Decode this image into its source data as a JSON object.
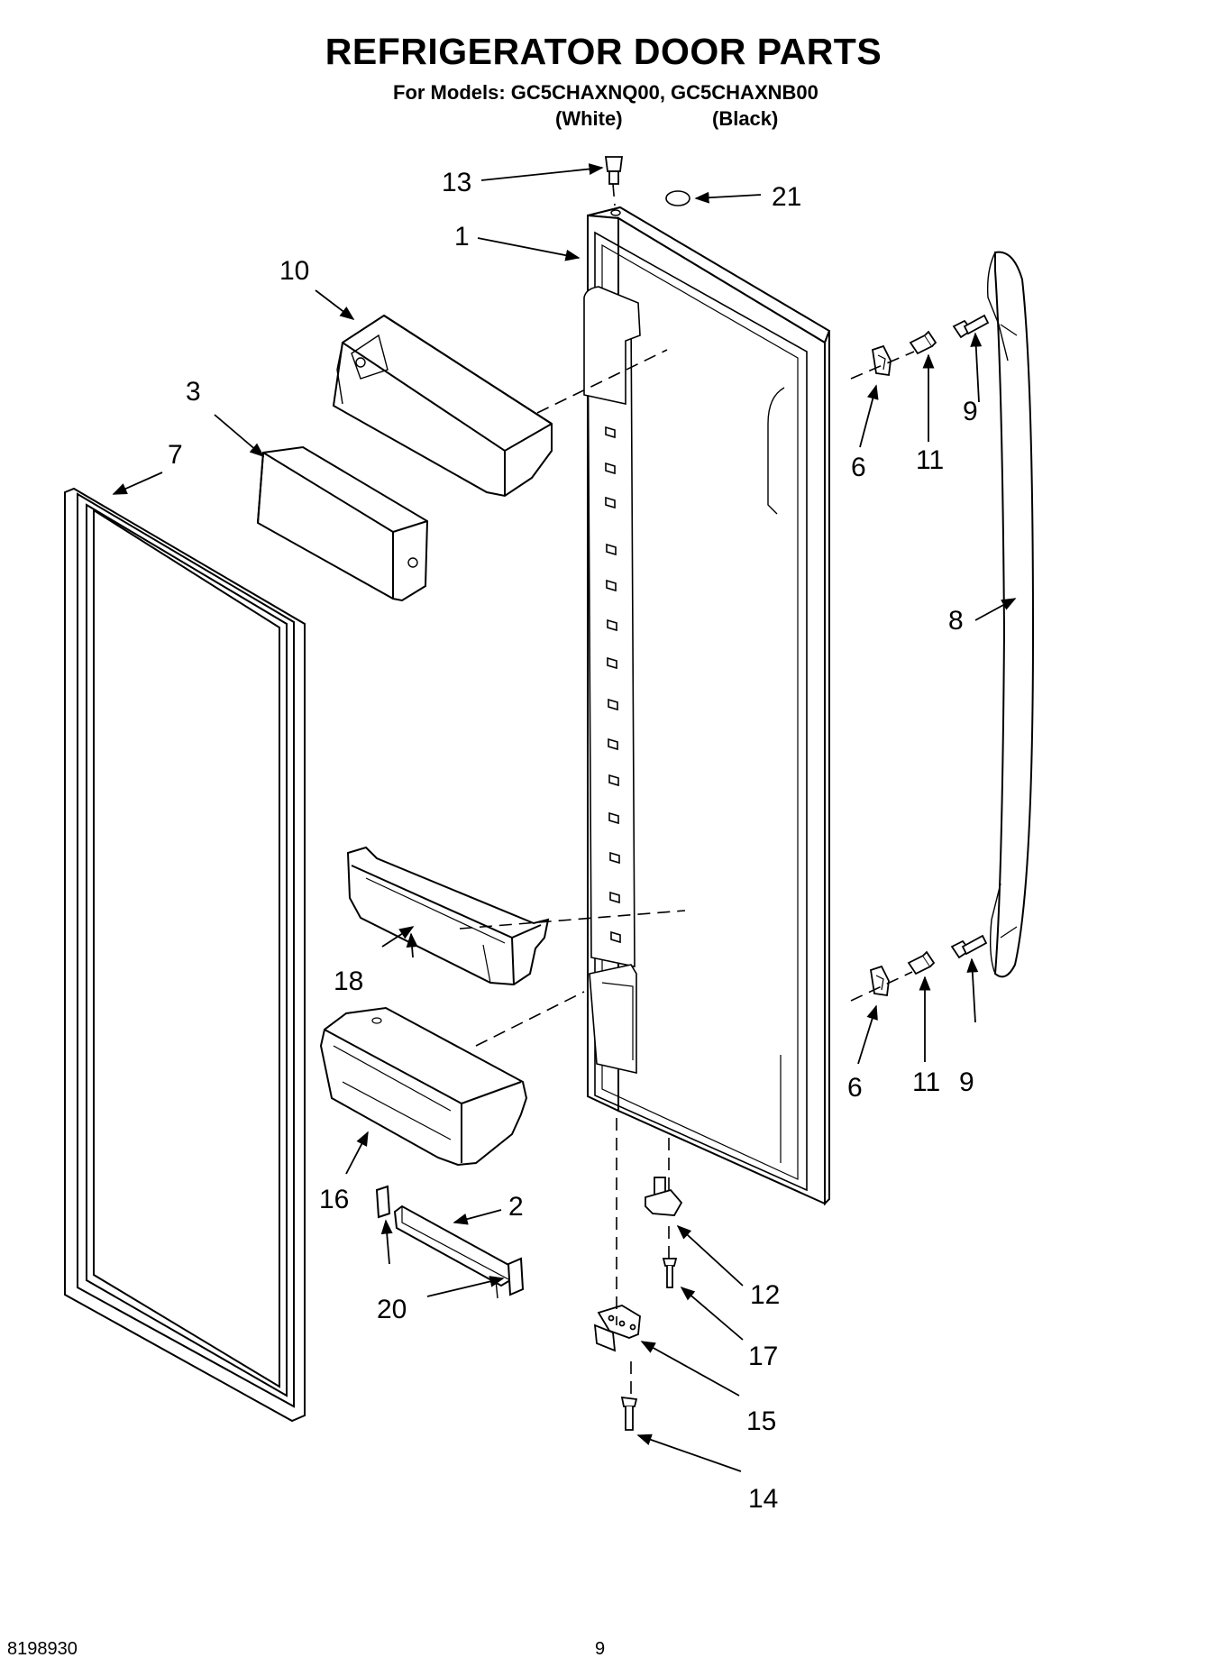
{
  "header": {
    "title": "REFRIGERATOR DOOR PARTS",
    "models_line": "For Models: GC5CHAXNQ00, GC5CHAXNB00",
    "variant_white": "(White)",
    "variant_black": "(Black)"
  },
  "footer": {
    "doc_number": "8198930",
    "page_number": "9"
  },
  "callouts": {
    "door": "1",
    "bracket_lower": "2",
    "bin_cover": "3",
    "clip_upper": "6",
    "clip_lower": "6",
    "gasket": "7",
    "handle": "8",
    "screw_handle_upper": "9",
    "screw_handle_lower": "9",
    "dairy_compartment": "10",
    "stud_upper": "11",
    "stud_lower": "11",
    "hinge_pin_bracket": "12",
    "hinge_bushing": "13",
    "hinge_screw": "14",
    "lower_hinge": "15",
    "door_bin_large": "16",
    "pin_screw": "17",
    "door_bin_small": "18",
    "end_cap": "20",
    "plug": "21"
  }
}
